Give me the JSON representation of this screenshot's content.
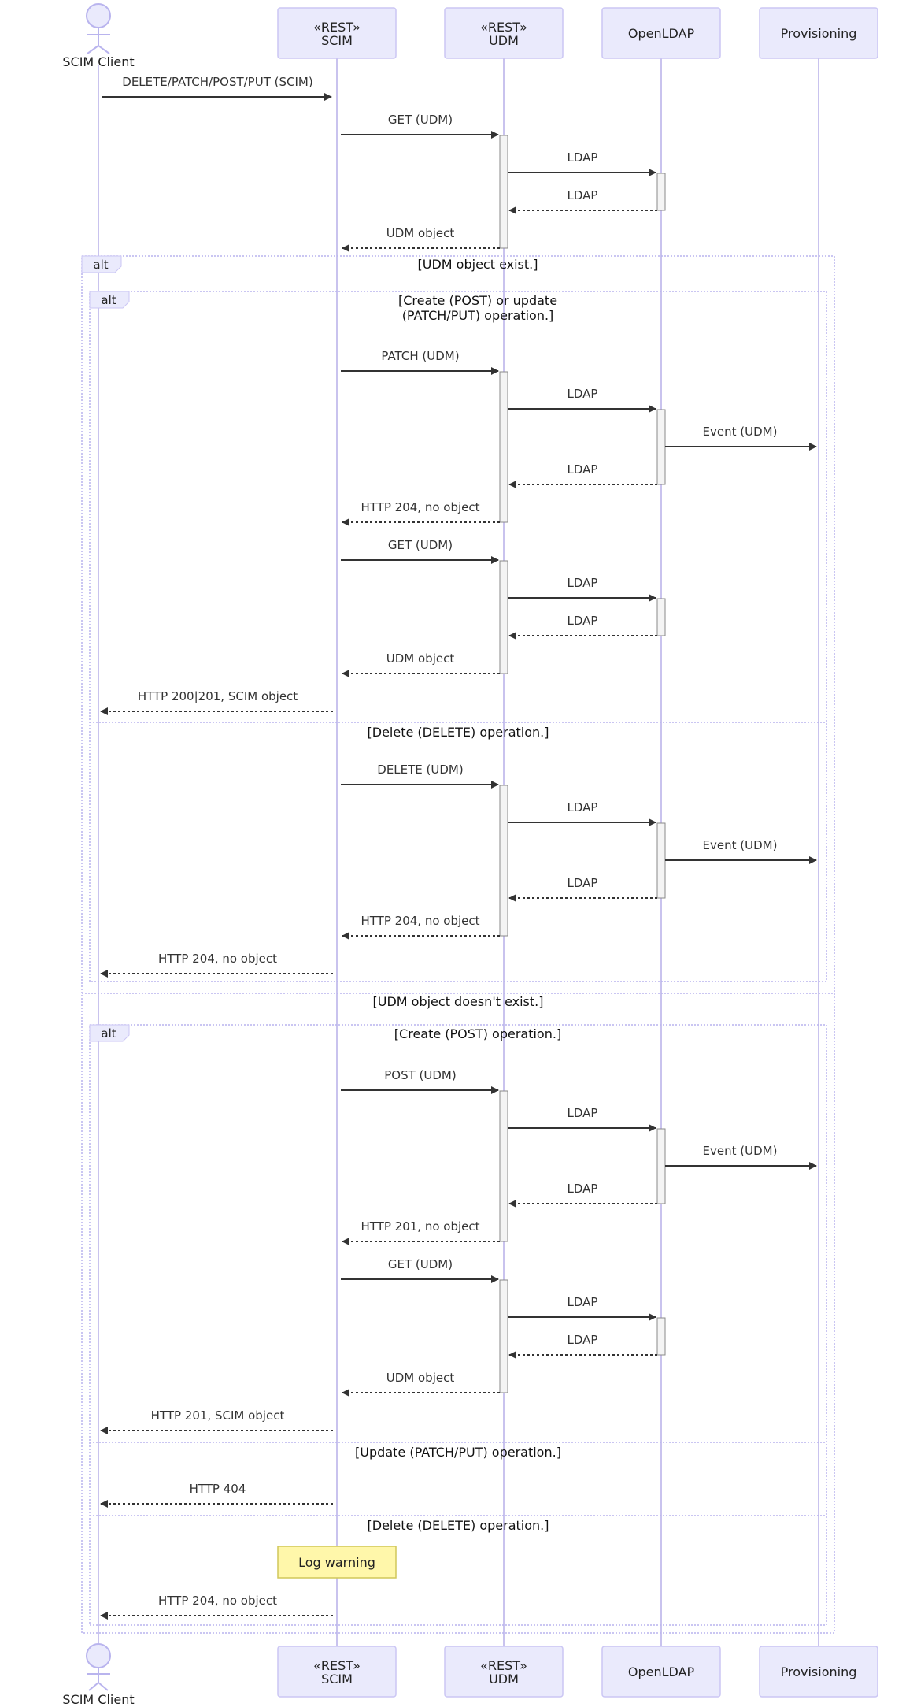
{
  "participants": [
    {
      "key": "client",
      "type": "actor",
      "lines": [
        "SCIM Client"
      ]
    },
    {
      "key": "scim",
      "type": "box",
      "lines": [
        "«REST»",
        "SCIM"
      ]
    },
    {
      "key": "udm",
      "type": "box",
      "lines": [
        "«REST»",
        "UDM"
      ]
    },
    {
      "key": "ldap",
      "type": "box",
      "lines": [
        "OpenLDAP"
      ]
    },
    {
      "key": "prov",
      "type": "box",
      "lines": [
        "Provisioning"
      ]
    }
  ],
  "frames": {
    "outer_alt": {
      "keyword": "alt",
      "condition": [
        "[UDM object exist.]"
      ],
      "else_condition": [
        "[UDM object doesn't exist.]"
      ]
    },
    "alt1": {
      "keyword": "alt",
      "condition": [
        "[Create (POST) or update",
        "(PATCH/PUT) operation.]"
      ],
      "else_condition": [
        "[Delete (DELETE) operation.]"
      ]
    },
    "alt2": {
      "keyword": "alt",
      "condition": [
        "[Create (POST) operation.]"
      ],
      "else_conditions": [
        [
          "[Update (PATCH/PUT) operation.]"
        ],
        [
          "[Delete (DELETE) operation.]"
        ]
      ]
    }
  },
  "messages": [
    {
      "from": "client",
      "to": "scim",
      "label": "DELETE/PATCH/POST/PUT (SCIM)",
      "dashed": false
    },
    {
      "from": "scim",
      "to": "udm",
      "label": "GET (UDM)",
      "dashed": false
    },
    {
      "from": "udm",
      "to": "ldap",
      "label": "LDAP",
      "dashed": false
    },
    {
      "from": "ldap",
      "to": "udm",
      "label": "LDAP",
      "dashed": true
    },
    {
      "from": "udm",
      "to": "scim",
      "label": "UDM object",
      "dashed": true
    },
    {
      "from": "scim",
      "to": "udm",
      "label": "PATCH (UDM)",
      "dashed": false
    },
    {
      "from": "udm",
      "to": "ldap",
      "label": "LDAP",
      "dashed": false
    },
    {
      "from": "ldap",
      "to": "prov",
      "label": "Event (UDM)",
      "dashed": false
    },
    {
      "from": "ldap",
      "to": "udm",
      "label": "LDAP",
      "dashed": true
    },
    {
      "from": "udm",
      "to": "scim",
      "label": "HTTP 204, no object",
      "dashed": true
    },
    {
      "from": "scim",
      "to": "udm",
      "label": "GET (UDM)",
      "dashed": false
    },
    {
      "from": "udm",
      "to": "ldap",
      "label": "LDAP",
      "dashed": false
    },
    {
      "from": "ldap",
      "to": "udm",
      "label": "LDAP",
      "dashed": true
    },
    {
      "from": "udm",
      "to": "scim",
      "label": "UDM object",
      "dashed": true
    },
    {
      "from": "scim",
      "to": "client",
      "label": "HTTP 200|201, SCIM object",
      "dashed": true
    },
    {
      "from": "scim",
      "to": "udm",
      "label": "DELETE (UDM)",
      "dashed": false
    },
    {
      "from": "udm",
      "to": "ldap",
      "label": "LDAP",
      "dashed": false
    },
    {
      "from": "ldap",
      "to": "prov",
      "label": "Event (UDM)",
      "dashed": false
    },
    {
      "from": "ldap",
      "to": "udm",
      "label": "LDAP",
      "dashed": true
    },
    {
      "from": "udm",
      "to": "scim",
      "label": "HTTP 204, no object",
      "dashed": true
    },
    {
      "from": "scim",
      "to": "client",
      "label": "HTTP 204, no object",
      "dashed": true
    },
    {
      "from": "scim",
      "to": "udm",
      "label": "POST (UDM)",
      "dashed": false
    },
    {
      "from": "udm",
      "to": "ldap",
      "label": "LDAP",
      "dashed": false
    },
    {
      "from": "ldap",
      "to": "prov",
      "label": "Event (UDM)",
      "dashed": false
    },
    {
      "from": "ldap",
      "to": "udm",
      "label": "LDAP",
      "dashed": true
    },
    {
      "from": "udm",
      "to": "scim",
      "label": "HTTP 201, no object",
      "dashed": true
    },
    {
      "from": "scim",
      "to": "udm",
      "label": "GET (UDM)",
      "dashed": false
    },
    {
      "from": "udm",
      "to": "ldap",
      "label": "LDAP",
      "dashed": false
    },
    {
      "from": "ldap",
      "to": "udm",
      "label": "LDAP",
      "dashed": true
    },
    {
      "from": "udm",
      "to": "scim",
      "label": "UDM object",
      "dashed": true
    },
    {
      "from": "scim",
      "to": "client",
      "label": "HTTP 201, SCIM object",
      "dashed": true
    },
    {
      "from": "scim",
      "to": "client",
      "label": "HTTP 404",
      "dashed": true
    },
    {
      "from": "scim",
      "to": "client",
      "label": "HTTP 204, no object",
      "dashed": true
    }
  ],
  "note": {
    "over": "scim",
    "text": "Log warning"
  }
}
